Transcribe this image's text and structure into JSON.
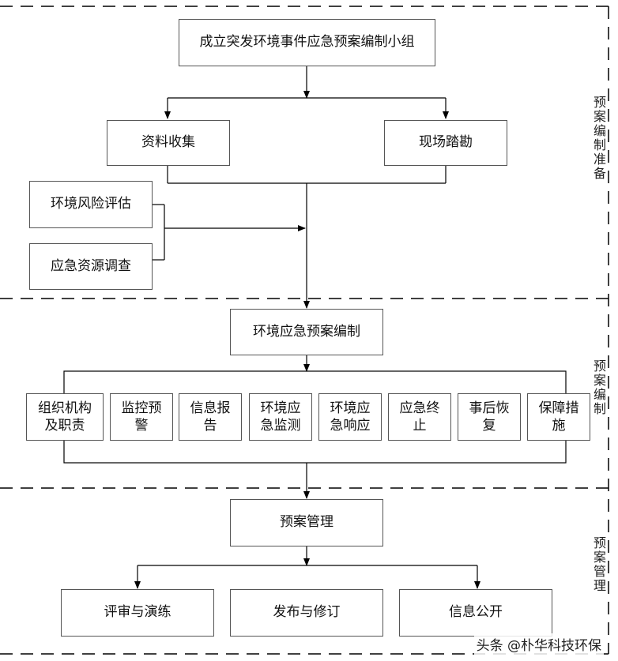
{
  "diagram": {
    "top": "成立突发环境事件应急预案编制小组",
    "collect": "资料收集",
    "survey": "现场踏勘",
    "risk": "环境风险评估",
    "resource": "应急资源调查",
    "compile": "环境应急预案编制",
    "sections": [
      "组织机构\n及职责",
      "监控预\n警",
      "信息报\n告",
      "环境应\n急监测",
      "环境应\n急响应",
      "应急终\n止",
      "事后恢\n复",
      "保障措\n施"
    ],
    "manage": "预案管理",
    "review": "评审与演练",
    "publish": "发布与修订",
    "disclose": "信息公开"
  },
  "phases": {
    "prep": "预案编制准备",
    "compile": "预案编制",
    "manage": "预案管理"
  },
  "watermark": "头条 @朴华科技环保"
}
